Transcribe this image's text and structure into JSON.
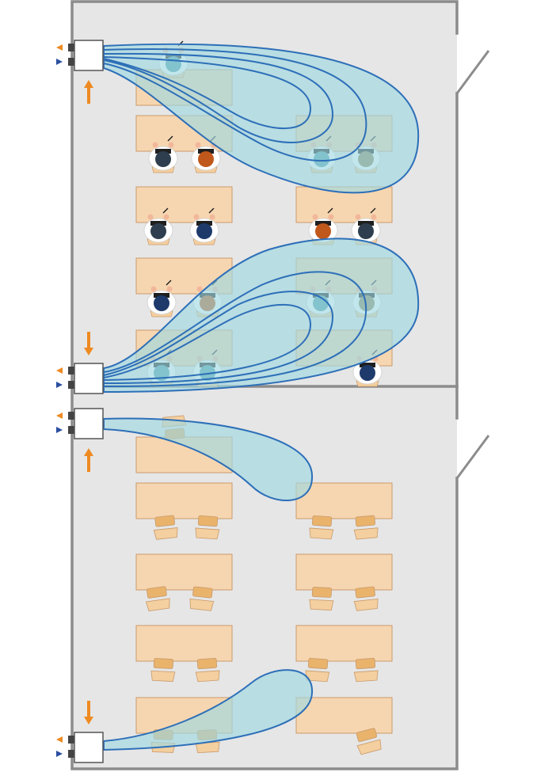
{
  "diagram": {
    "kind": "classroom-ventilation-airflow",
    "colors": {
      "floor": "#e6e6e6",
      "wall": "#8c8c8c",
      "desk": "#f6d6b0",
      "desk_stroke": "#c99a6c",
      "chair": "#f4cf9f",
      "chair_seat": "#e9b36c",
      "airflow_fill": "#9fd9e2",
      "airflow_stroke": "#2d6fb8",
      "unit_fill": "#ffffff",
      "unit_stroke": "#555555",
      "arrow_orange": "#ee8a22",
      "arrow_blue": "#2a4fa0",
      "student_dark": "#2e3e4e",
      "student_orange": "#c0571b",
      "student_navy": "#1d3a6b",
      "student_teal": "#4a9aa8",
      "student_olive": "#8c8256",
      "student_shirt": "#ffffff"
    },
    "rooms": [
      {
        "name": "occupied-classroom",
        "state": "occupied",
        "ventilation_units": 2,
        "students": 16
      },
      {
        "name": "empty-classroom",
        "state": "empty",
        "ventilation_units": 2,
        "students": 0
      }
    ]
  }
}
